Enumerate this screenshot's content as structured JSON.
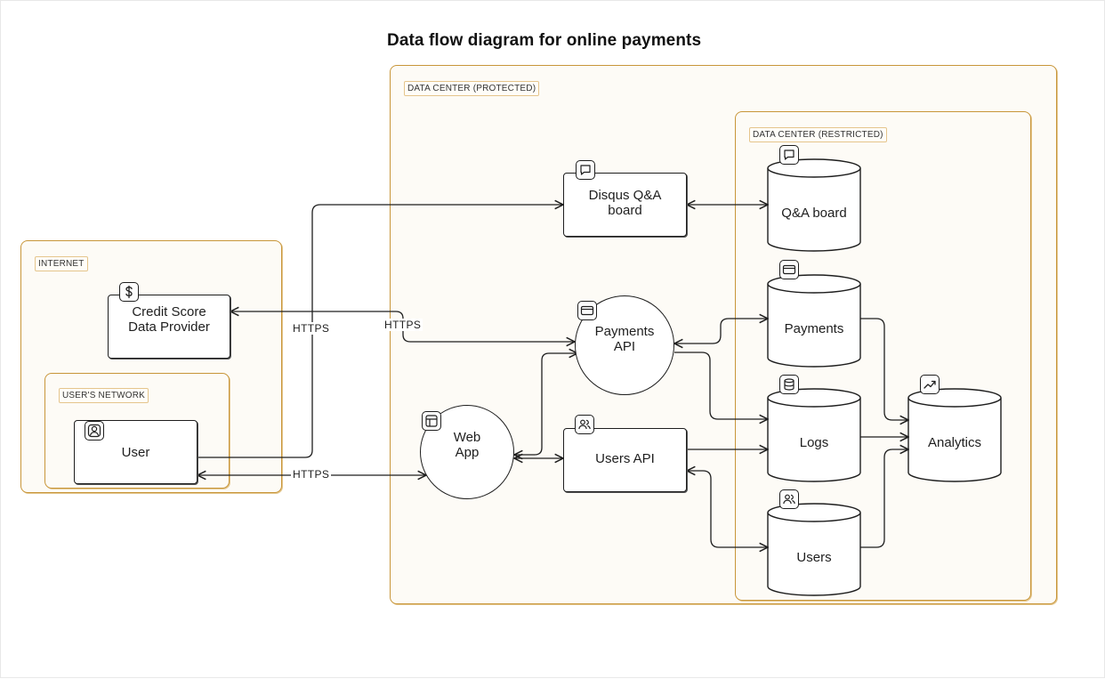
{
  "title": "Data flow diagram for online payments",
  "zones": {
    "internet": "INTERNET",
    "users_network": "USER'S NETWORK",
    "protected": "DATA CENTER (PROTECTED)",
    "restricted": "DATA CENTER (RESTRICTED)"
  },
  "nodes": {
    "credit_score": "Credit Score\nData Provider",
    "user": "User",
    "web_app": "Web\nApp",
    "disqus": "Disqus Q&A\nboard",
    "payments_api": "Payments\nAPI",
    "users_api": "Users API",
    "qa_board": "Q&A board",
    "payments_db": "Payments",
    "logs_db": "Logs",
    "users_db": "Users",
    "analytics_db": "Analytics"
  },
  "edge_labels": {
    "user_webapp": "HTTPS",
    "user_disqus": "HTTPS",
    "credit_payments": "HTTPS"
  },
  "icons": {
    "credit_score": "dollar-icon",
    "user": "user-icon",
    "web_app": "layout-icon",
    "disqus": "message-icon",
    "payments_api": "credit-card-icon",
    "users_api": "users-icon",
    "qa_board": "message-icon",
    "payments_db": "credit-card-icon",
    "logs_db": "database-icon",
    "users_db": "users-icon",
    "analytics_db": "trend-icon"
  },
  "colors": {
    "zone_border": "#c8963a",
    "zone_fill": "#fdfbf6",
    "stroke": "#1e1e1e"
  }
}
